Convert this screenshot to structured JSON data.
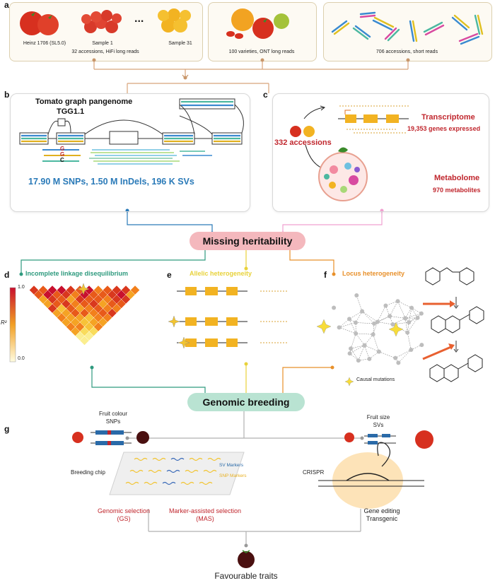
{
  "panel_a": {
    "letter": "a",
    "box1": {
      "labels": [
        "Heinz 1706 (SL5.0)",
        "Sample 1",
        "Sample 31"
      ],
      "ellipsis": "...",
      "caption": "32 accessions, HiFi long reads"
    },
    "box2": {
      "caption": "100 varieties, ONT long reads"
    },
    "box3": {
      "caption": "706 accessions, short reads"
    }
  },
  "panel_b": {
    "letter": "b",
    "title_line1": "Tomato graph pangenome",
    "title_line2": "TGG1.1",
    "snp_letters": [
      "G",
      "G",
      "C"
    ],
    "stats": "17.90 M SNPs, 1.50 M InDels, 196 K SVs"
  },
  "panel_c": {
    "letter": "c",
    "accessions": "332 accessions",
    "transcriptome_title": "Transcriptome",
    "transcriptome_sub": "19,353 genes expressed",
    "metabolome_title": "Metabolome",
    "metabolome_sub": "970 metabolites"
  },
  "missing_heritability": "Missing heritability",
  "panel_d": {
    "letter": "d",
    "title": "Incomplete linkage disequilibrium",
    "scale_max": "1.0",
    "scale_min": "0.0",
    "scale_label": "R²"
  },
  "panel_e": {
    "letter": "e",
    "title": "Allelic heterogeneity"
  },
  "panel_f": {
    "letter": "f",
    "title": "Locus heterogeneity",
    "legend": "Causal mutations"
  },
  "genomic_breeding": "Genomic breeding",
  "panel_g": {
    "letter": "g",
    "fruit_colour": "Fruit colour",
    "snps": "SNPs",
    "fruit_size": "Fruit size",
    "svs": "SVs",
    "breeding_chip": "Breeding chip",
    "sv_markers": "SV Markers",
    "snp_markers": "SNP Markers",
    "crispr": "CRISPR",
    "gs_line1": "Genomic selection",
    "gs_line2": "(GS)",
    "mas_line1": "Marker-assisted selection",
    "mas_line2": "(MAS)",
    "ge_line1": "Gene editing",
    "ge_line2": "Transgenic",
    "favourable": "Favourable traits"
  },
  "colors": {
    "red_text": "#c0262d",
    "blue_text": "#2a7ab8",
    "teal": "#2e9a7e",
    "yellow": "#e8d23a",
    "orange": "#e8902a",
    "pink_pill": "#f4b8bd",
    "mint_pill": "#b9e3d2"
  }
}
